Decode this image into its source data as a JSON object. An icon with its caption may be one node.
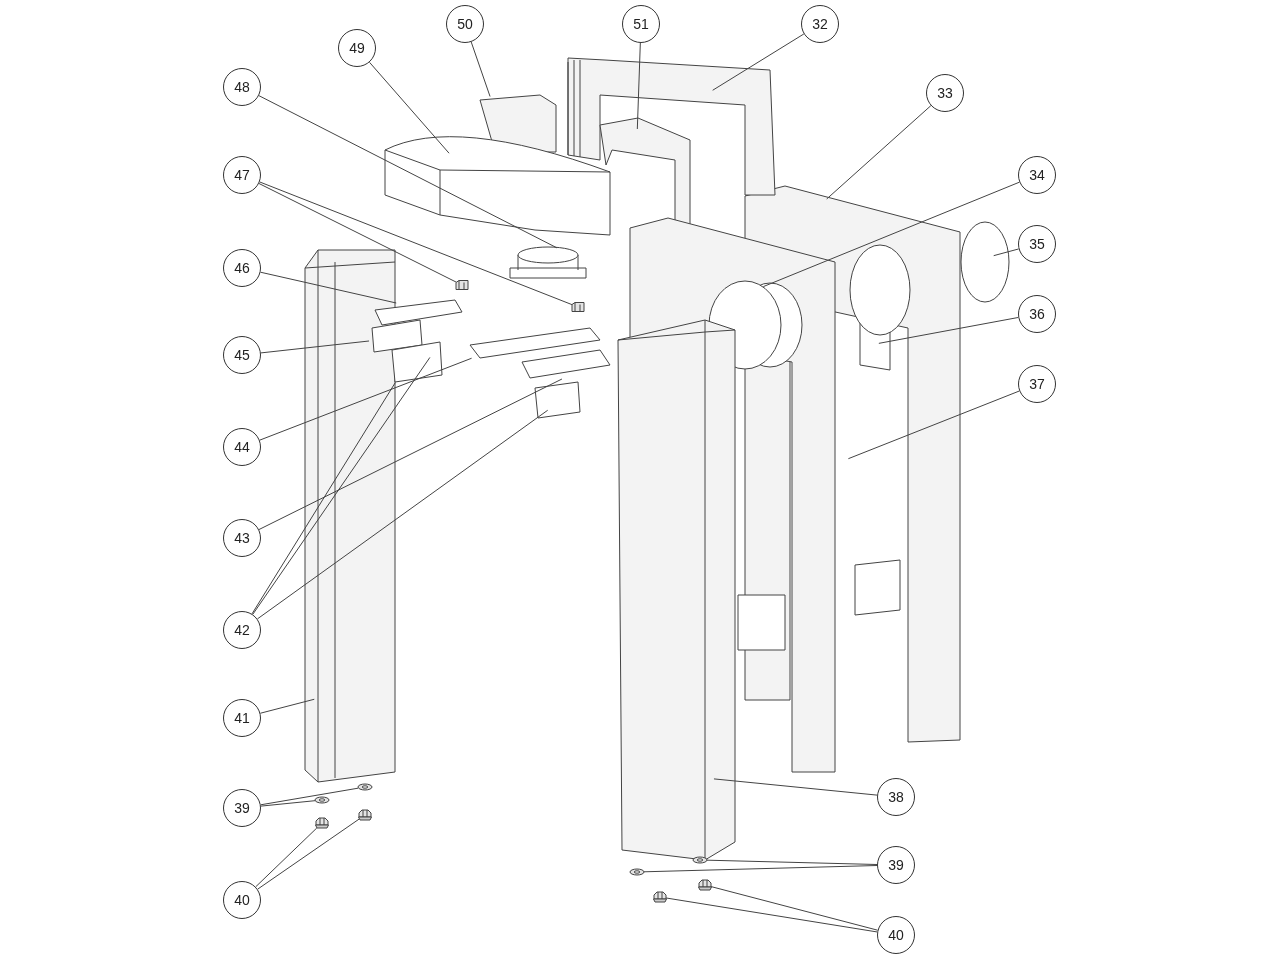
{
  "diagram": {
    "nodes": [
      {
        "text": [
          "50"
        ]
      },
      {
        "text": [
          "51"
        ]
      },
      {
        "text": [
          "32"
        ]
      },
      {
        "text": [
          "49"
        ]
      },
      {
        "text": [
          "48"
        ]
      },
      {
        "text": [
          "33"
        ]
      },
      {
        "text": [
          "47"
        ]
      },
      {
        "text": [
          "34"
        ]
      },
      {
        "text": [
          "35"
        ]
      },
      {
        "text": [
          "46"
        ]
      },
      {
        "text": [
          "36"
        ]
      },
      {
        "text": [
          "45"
        ]
      },
      {
        "text": [
          "37"
        ]
      },
      {
        "text": [
          "44"
        ]
      },
      {
        "text": [
          "43"
        ]
      },
      {
        "text": [
          "42"
        ]
      },
      {
        "text": [
          "41"
        ]
      },
      {
        "text": [
          "38"
        ]
      },
      {
        "text": [
          "39"
        ]
      },
      {
        "text": [
          "39"
        ]
      },
      {
        "text": [
          "40"
        ]
      },
      {
        "text": [
          "40"
        ]
      },
      {
        "text": [],
        "shape": "picture"
      },
      {
        "text": [],
        "shape": "picture"
      },
      {
        "text": [],
        "shape": "picture"
      },
      {
        "text": [],
        "shape": "picture"
      },
      {
        "text": [],
        "shape": "picture"
      },
      {
        "text": [],
        "shape": "picture"
      },
      {
        "text": [],
        "shape": "picture"
      },
      {
        "text": [],
        "shape": "picture"
      },
      {
        "text": [],
        "shape": "picture"
      },
      {
        "text": [],
        "shape": "picture"
      }
    ],
    "edges": [
      {
        "from": 0,
        "to": null,
        "arrow": "none"
      },
      {
        "from": 1,
        "to": null,
        "arrow": "none"
      },
      {
        "from": 2,
        "to": null,
        "arrow": "none"
      },
      {
        "from": 3,
        "to": null,
        "arrow": "none"
      },
      {
        "from": 4,
        "to": null,
        "arrow": "none"
      },
      {
        "from": 5,
        "to": null,
        "arrow": "none"
      },
      {
        "from": 6,
        "to": 22,
        "arrow": "none"
      },
      {
        "from": 6,
        "to": 23,
        "arrow": "none"
      },
      {
        "from": 7,
        "to": null,
        "arrow": "none"
      },
      {
        "from": 8,
        "to": null,
        "arrow": "none"
      },
      {
        "from": 9,
        "to": null,
        "arrow": "none"
      },
      {
        "from": 10,
        "to": null,
        "arrow": "none"
      },
      {
        "from": 11,
        "to": null,
        "arrow": "none"
      },
      {
        "from": 12,
        "to": null,
        "arrow": "none"
      },
      {
        "from": 13,
        "to": null,
        "arrow": "none"
      },
      {
        "from": 14,
        "to": null,
        "arrow": "none"
      },
      {
        "from": 15,
        "to": null,
        "arrow": "none"
      },
      {
        "from": 15,
        "to": null,
        "arrow": "none"
      },
      {
        "from": 15,
        "to": null,
        "arrow": "none"
      },
      {
        "from": 16,
        "to": null,
        "arrow": "none"
      },
      {
        "from": 17,
        "to": null,
        "arrow": "none"
      },
      {
        "from": 18,
        "to": 24,
        "arrow": "none"
      },
      {
        "from": 18,
        "to": 25,
        "arrow": "none"
      },
      {
        "from": 19,
        "to": 26,
        "arrow": "none"
      },
      {
        "from": 19,
        "to": 27,
        "arrow": "none"
      },
      {
        "from": 20,
        "to": 28,
        "arrow": "none"
      },
      {
        "from": 20,
        "to": 29,
        "arrow": "none"
      },
      {
        "from": 21,
        "to": 30,
        "arrow": "none"
      },
      {
        "from": 21,
        "to": 31,
        "arrow": "none"
      }
    ]
  }
}
